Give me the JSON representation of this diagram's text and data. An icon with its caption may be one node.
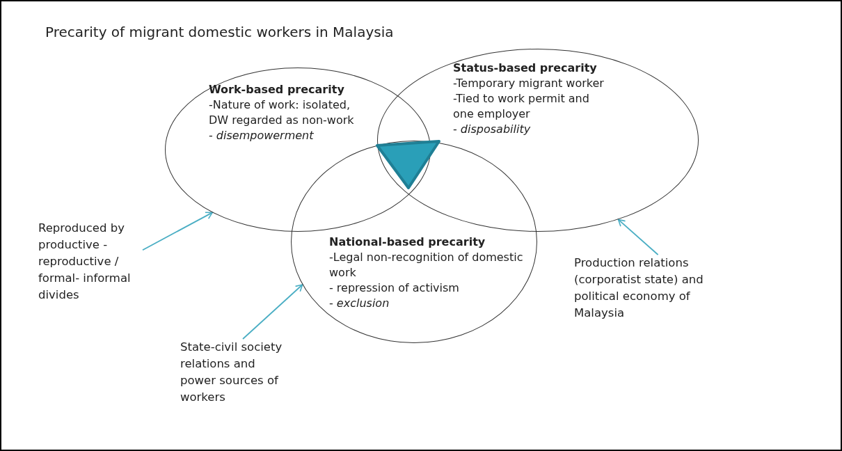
{
  "diagram": {
    "title": "Precarity of migrant domestic workers in Malaysia",
    "nodes": [
      {
        "text": [
          "Work-based precarity",
          "-Nature of work: isolated, DW regarded as non-work",
          "- *disempowerment*"
        ]
      },
      {
        "text": [
          "Status-based precarity",
          "-Temporary migrant worker",
          "-Tied to work permit and one employer",
          "- *disposability*"
        ]
      },
      {
        "text": [
          "National-based precarity",
          "-Legal non-recognition of domestic work",
          "- repression of activism",
          "- *exclusion*"
        ]
      },
      {
        "text": [
          "Reproduced by productive - reproductive / formal- informal divides"
        ]
      },
      {
        "text": [
          "State-civil society relations and power sources of workers"
        ]
      },
      {
        "text": [
          "Production relations (corporatist state) and political economy of Malaysia"
        ]
      },
      {
        "text": [],
        "shape": "triangle"
      }
    ],
    "edges": [
      {
        "from": 3,
        "to": 0,
        "arrow": "to"
      },
      {
        "from": 4,
        "to": 2,
        "arrow": "to"
      },
      {
        "from": 5,
        "to": 1,
        "arrow": "to"
      }
    ]
  }
}
